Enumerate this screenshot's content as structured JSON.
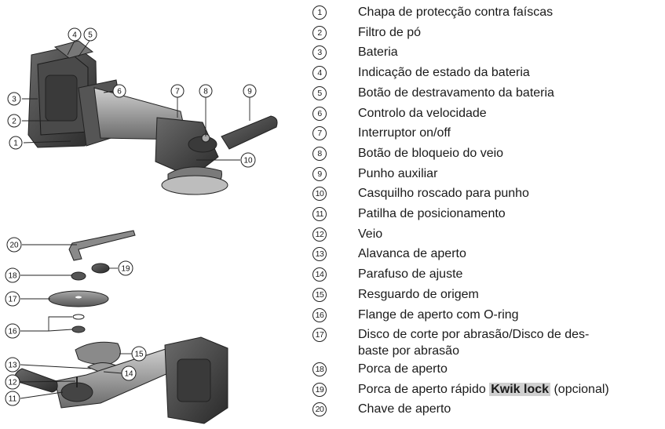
{
  "figure_labels": [
    "1",
    "2",
    "3",
    "4",
    "5",
    "6",
    "7",
    "8",
    "9",
    "10",
    "11",
    "12",
    "13",
    "14",
    "15",
    "16",
    "17",
    "18",
    "19",
    "20"
  ],
  "parts": [
    {
      "n": "1",
      "label": "Chapa de protecção contra faíscas"
    },
    {
      "n": "2",
      "label": "Filtro de pó"
    },
    {
      "n": "3",
      "label": "Bateria"
    },
    {
      "n": "4",
      "label": "Indicação de estado da bateria"
    },
    {
      "n": "5",
      "label": "Botão de destravamento da bateria"
    },
    {
      "n": "6",
      "label": "Controlo da velocidade"
    },
    {
      "n": "7",
      "label": "Interruptor on/off"
    },
    {
      "n": "8",
      "label": "Botão de bloqueio do veio"
    },
    {
      "n": "9",
      "label": "Punho auxiliar"
    },
    {
      "n": "10",
      "label": "Casquilho roscado para punho"
    },
    {
      "n": "11",
      "label": "Patilha de posicionamento"
    },
    {
      "n": "12",
      "label": "Veio"
    },
    {
      "n": "13",
      "label": "Alavanca de aperto"
    },
    {
      "n": "14",
      "label": "Parafuso de ajuste"
    },
    {
      "n": "15",
      "label": "Resguardo de origem"
    },
    {
      "n": "16",
      "label": "Flange de aperto com O-ring"
    },
    {
      "n": "17",
      "label_line1": "Disco de corte por abrasão/Disco de des-",
      "label_line2": "baste por abrasão"
    },
    {
      "n": "18",
      "label": "Porca de aperto"
    },
    {
      "n": "19",
      "label_pre": "Porca de aperto rápido ",
      "label_bold": "Kwik lock",
      "label_post": " (opcional)"
    },
    {
      "n": "20",
      "label": "Chave de aperto"
    }
  ]
}
